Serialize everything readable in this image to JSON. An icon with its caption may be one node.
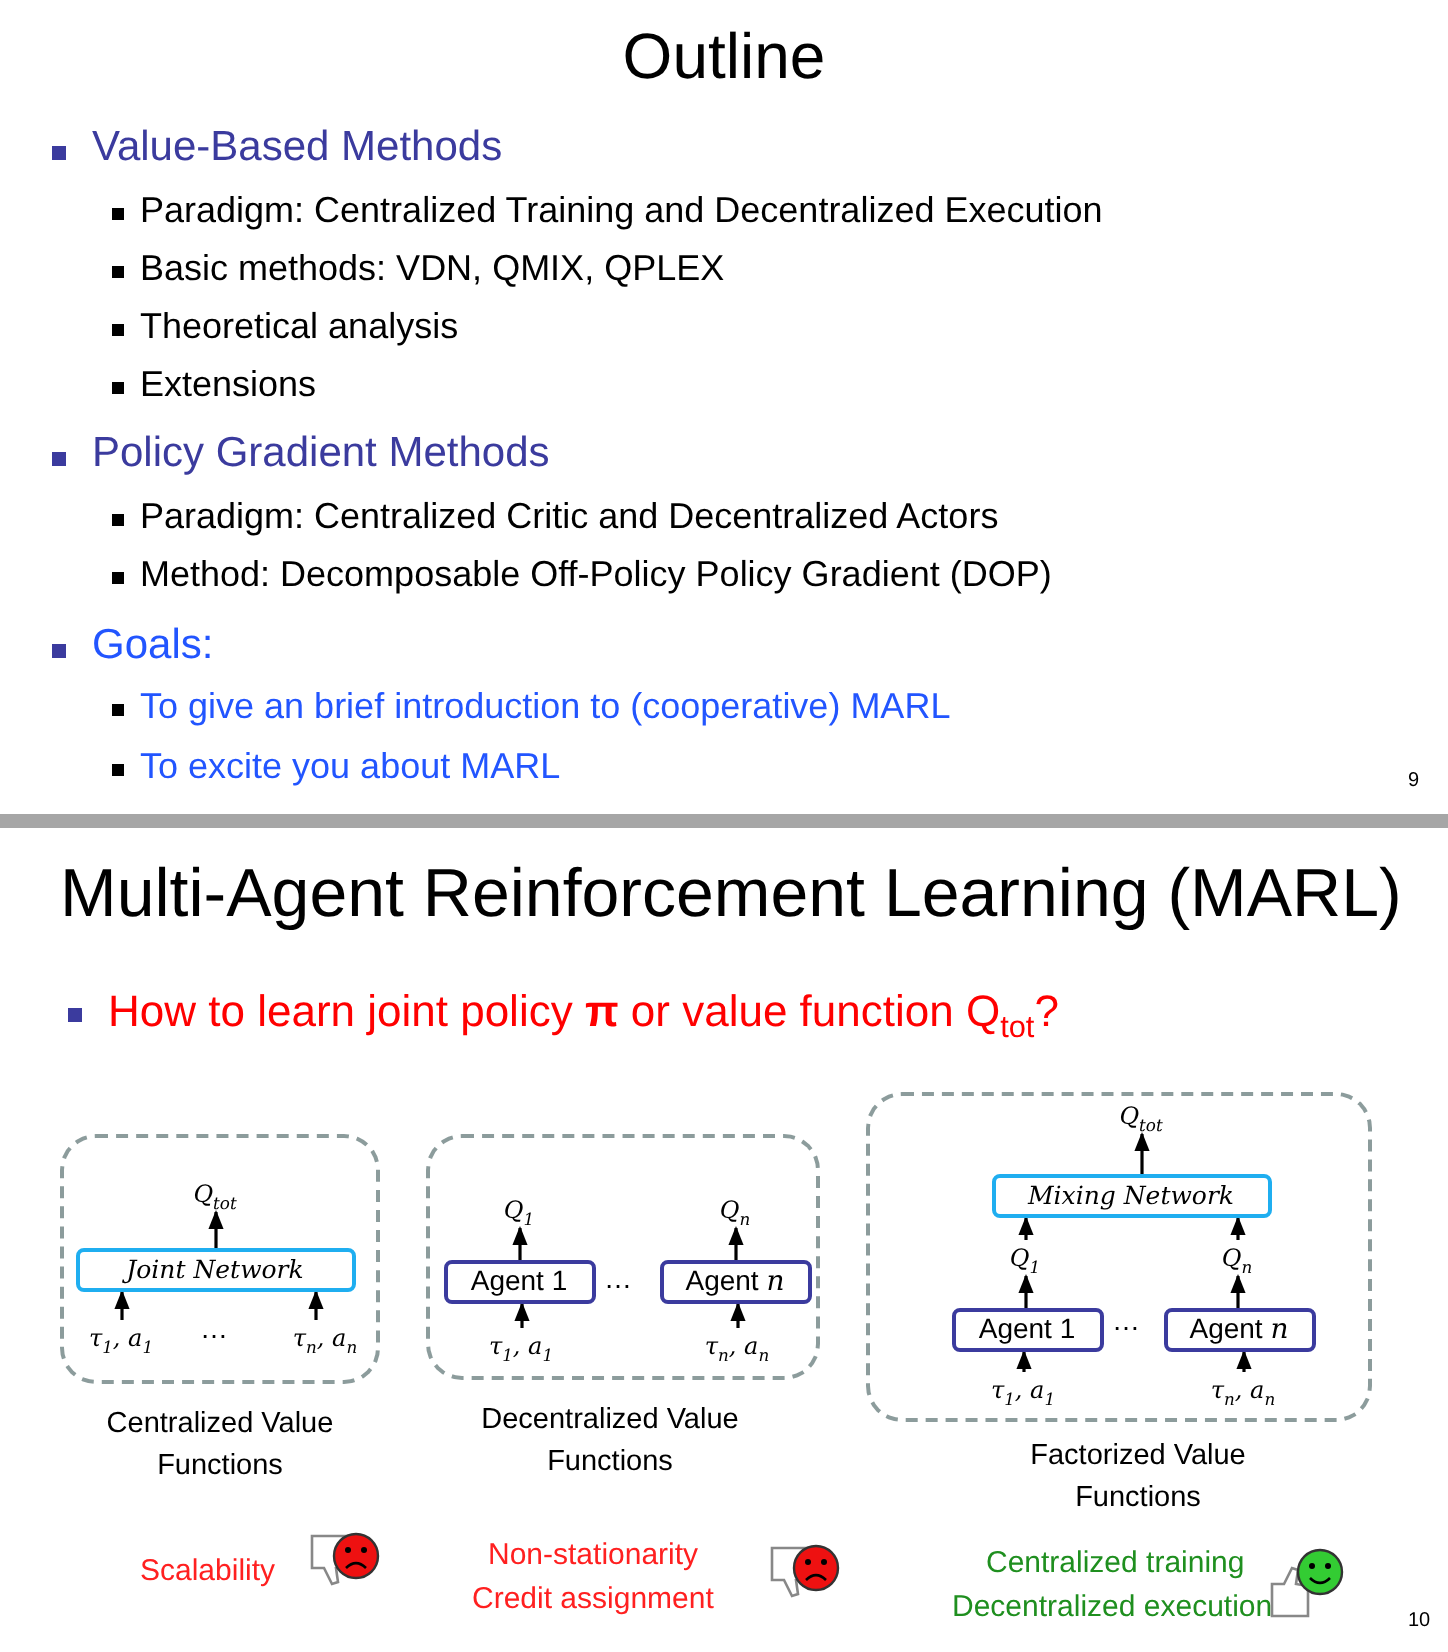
{
  "diagram": {
    "title": "Outline",
    "nodes": [
      {
        "text": [],
        "shape": "box",
        "beside": [
          "Centralized Value Functions"
        ]
      },
      {
        "text": [
          "Q$_{tot}$"
        ],
        "in": 0
      },
      {
        "text": [
          "Joint Network"
        ],
        "in": 0
      },
      {
        "text": [
          "τ$_{1}$, a$_{1}$"
        ],
        "in": 0
      },
      {
        "text": [
          "τ$_{n}$, a$_{n}$"
        ],
        "in": 0
      },
      {
        "text": [],
        "shape": "box",
        "beside": [
          "Decentralized Value Functions"
        ]
      },
      {
        "text": [
          "Q$_{1}$"
        ],
        "in": 5
      },
      {
        "text": [
          "Agent 1"
        ],
        "in": 5
      },
      {
        "text": [
          "τ$_{1}$, a$_{1}$"
        ],
        "in": 5
      },
      {
        "text": [
          "Q$_{n}$"
        ],
        "in": 5
      },
      {
        "text": [
          "Agent *n*"
        ],
        "in": 5
      },
      {
        "text": [
          "τ$_{n}$, a$_{n}$"
        ],
        "in": 5
      },
      {
        "text": [],
        "shape": "box",
        "beside": [
          "Factorized Value Functions"
        ]
      },
      {
        "text": [
          "Q$_{tot}$"
        ],
        "in": 12
      },
      {
        "text": [
          "Mixing Network"
        ],
        "in": 12
      },
      {
        "text": [
          "Q$_{1}$"
        ],
        "in": 12
      },
      {
        "text": [
          "Q$_{n}$"
        ],
        "in": 12
      },
      {
        "text": [
          "Agent 1"
        ],
        "in": 12
      },
      {
        "text": [
          "Agent *n*"
        ],
        "in": 12
      },
      {
        "text": [
          "τ$_{1}$, a$_{1}$"
        ],
        "in": 12
      },
      {
        "text": [
          "τ$_{n}$, a$_{n}$"
        ],
        "in": 12
      }
    ],
    "edges": [
      {
        "from": 3,
        "to": 2,
        "arrow": "to"
      },
      {
        "from": 4,
        "to": 2,
        "arrow": "to"
      },
      {
        "from": 2,
        "to": 1,
        "arrow": "to"
      },
      {
        "from": 8,
        "to": 7,
        "arrow": "to"
      },
      {
        "from": 7,
        "to": 6,
        "arrow": "to"
      },
      {
        "from": 11,
        "to": 10,
        "arrow": "to"
      },
      {
        "from": 10,
        "to": 9,
        "arrow": "to"
      },
      {
        "from": 14,
        "to": 13,
        "arrow": "to"
      },
      {
        "from": 15,
        "to": 14,
        "arrow": "to"
      },
      {
        "from": 16,
        "to": 14,
        "arrow": "to"
      },
      {
        "from": 17,
        "to": 15,
        "arrow": "to"
      },
      {
        "from": 18,
        "to": 16,
        "arrow": "to"
      },
      {
        "from": 19,
        "to": 17,
        "arrow": "to"
      },
      {
        "from": 20,
        "to": 18,
        "arrow": "to"
      }
    ],
    "labels": [
      "Value-Based Methods",
      "Paradigm: Centralized Training and Decentralized Execution",
      "Basic methods: VDN, QMIX, QPLEX",
      "Theoretical analysis",
      "Extensions",
      "Policy Gradient Methods",
      "Paradigm: Centralized Critic and Decentralized Actors",
      "Method: Decomposable Off-Policy Policy Gradient (DOP)",
      "Goals:",
      "To give an brief introduction to (cooperative) MARL",
      "To excite you about MARL",
      "9",
      "Multi-Agent Reinforcement Learning (MARL)",
      "How to learn joint policy **π** or value function Q$_{tot}$?",
      "…",
      "…",
      "…",
      "Scalability",
      "Non-stationarity",
      "Credit assignment",
      "Centralized training",
      "Decentralized execution",
      "10"
    ]
  }
}
